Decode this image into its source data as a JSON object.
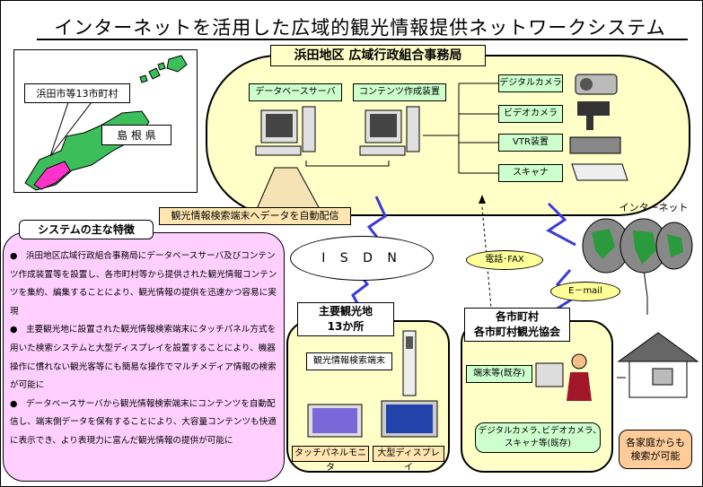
{
  "title": "インターネットを活用した広域的観光情報提供ネットワークシステム",
  "map": {
    "callout_cities": "浜田市等13市町村",
    "callout_prefecture": "島 根 県"
  },
  "hq": {
    "label": "浜田地区 広域行政組合事務局",
    "db_server": "データベースサーバ",
    "contents_device": "コンテンツ作成装置",
    "devices": [
      "デジタルカメラ",
      "ビデオカメラ",
      "VTR装置",
      "スキャナ"
    ],
    "auto_delivery": "観光情報検索端末へデータを自動配信"
  },
  "network": {
    "isdn": "I S D N",
    "phone_fax": "電話･FAX",
    "email": "E－mail",
    "internet": "インターネット"
  },
  "features": {
    "heading": "システムの主な特徴",
    "paragraphs": [
      "●　浜田地区広域行政組合事務局にデータベースサーバ及びコンテンツ作成装置等を設置し、各市町村等から提供された観光情報コンテンツを集約、編集することにより、観光情報の提供を迅速かつ容易に実現",
      "●　主要観光地に設置された観光情報検索端末にタッチパネル方式を用いた検索システムと大型ディスプレイを設置することにより、機器操作に慣れない観光客等にも簡易な操作でマルチメディア情報の検索が可能に",
      "●　データベースサーバから観光情報検索端末にコンテンツを自動配信し、端末側データを保有することにより、大容量コンテンツも快適に表示でき、より表現力に富んだ観光情報の提供が可能に"
    ]
  },
  "sightseeing": {
    "label_line1": "主要観光地",
    "label_line2": "13か所",
    "terminal": "観光情報検索端末",
    "touch_panel": "タッチパネルモニタ",
    "big_display": "大型ディスプレイ"
  },
  "municipalities": {
    "label_line1": "各市町村",
    "label_line2": "各市町村観光協会",
    "terminal_existing": "端末等(既存)",
    "devices_existing": "デジタルカメラ､ビデオカメラ､スキャナ等(既存)"
  },
  "home": {
    "line1": "各家庭からも",
    "line2": "検索が可能"
  },
  "colors": {
    "hq_fill": "#ffffc8",
    "features_fill": "#ffcfff",
    "device_box": "#ccffcc",
    "map_land": "#3cbf5a",
    "lightning": "#3b3bd9"
  }
}
